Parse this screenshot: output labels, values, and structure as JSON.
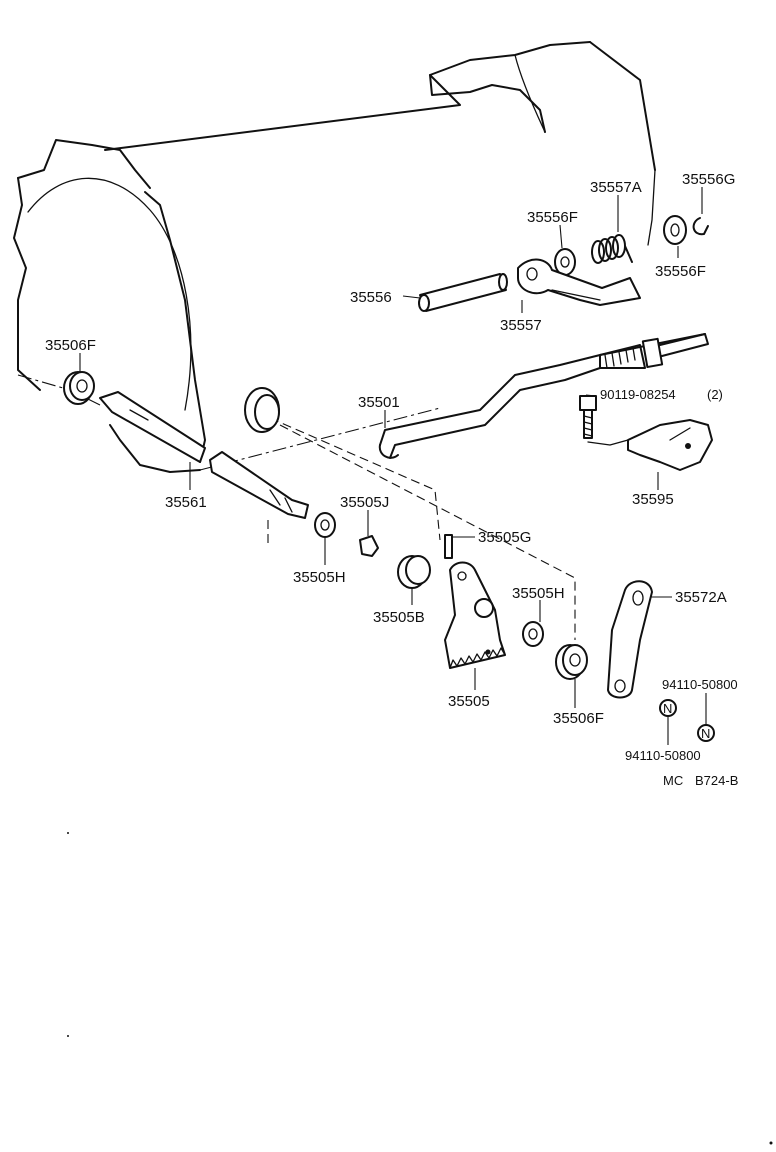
{
  "parts": {
    "p35557A": "35557A",
    "p35556G": "35556G",
    "p35556F_top": "35556F",
    "p35556F_right": "35556F",
    "p35556": "35556",
    "p35557": "35557",
    "p35506F_left": "35506F",
    "p35501": "35501",
    "p90119": "90119-08254",
    "p90119_qty": "(2)",
    "p35561": "35561",
    "p35595": "35595",
    "p35505J": "35505J",
    "p35505G": "35505G",
    "p35505H_left": "35505H",
    "p35505B": "35505B",
    "p35505H_right": "35505H",
    "p35572A": "35572A",
    "p35505": "35505",
    "p35506F_bottom": "35506F",
    "p94110_right": "94110-50800",
    "p94110_left": "94110-50800"
  },
  "nut_marks": {
    "left": "N",
    "right": "N"
  },
  "footer": {
    "code1": "MC",
    "code2": "B724-B"
  }
}
